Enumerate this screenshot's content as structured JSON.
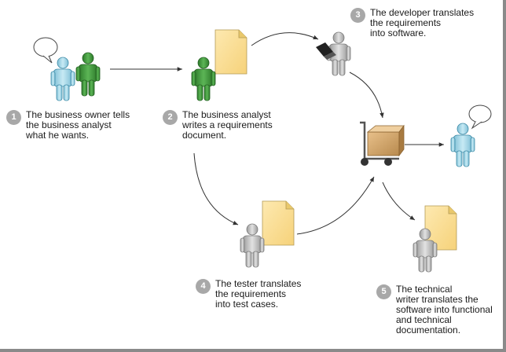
{
  "steps": [
    {
      "number": "1",
      "text": "The business owner tells\nthe business analyst\nwhat he wants."
    },
    {
      "number": "2",
      "text": "The business analyst\nwrites a requirements\ndocument."
    },
    {
      "number": "3",
      "text": "The developer translates\nthe requirements\ninto software."
    },
    {
      "number": "4",
      "text": "The tester translates\nthe requirements\ninto test cases."
    },
    {
      "number": "5",
      "text": "The technical\nwriter translates the\nsoftware into functional\nand technical\ndocumentation."
    }
  ],
  "colors": {
    "badge": "#a8a8a8",
    "person_blue": "#a9d6e5",
    "person_green": "#3f9a3c",
    "person_gray": "#bdbdbd",
    "document": "#fbdf95",
    "box": "#d9a86a",
    "arrow": "#333333"
  }
}
